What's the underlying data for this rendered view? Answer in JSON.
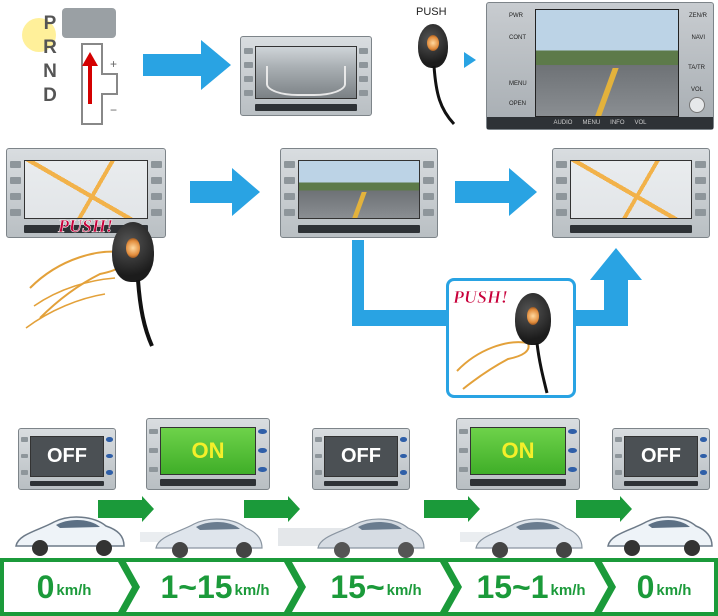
{
  "gear": {
    "letters": [
      "P",
      "R",
      "N",
      "D"
    ]
  },
  "labels": {
    "push_small": "PUSH",
    "push_bubble_1": "PUSH!",
    "push_bubble_2": "PUSH!"
  },
  "unit_buttons": {
    "left": [
      "PWR",
      "CONT",
      "",
      "MENU",
      "OPEN"
    ],
    "right": [
      "ZEN/R",
      "NAVI",
      "",
      "TA/TR",
      "VOL"
    ],
    "bottom": [
      "AUDIO",
      "MENU",
      "INFO",
      "VOL"
    ]
  },
  "status_screens": [
    {
      "state": "OFF"
    },
    {
      "state": "ON"
    },
    {
      "state": "OFF"
    },
    {
      "state": "ON"
    },
    {
      "state": "OFF"
    }
  ],
  "speed_band": [
    {
      "value": "0",
      "unit": "km/h"
    },
    {
      "value": "1~15",
      "unit": "km/h"
    },
    {
      "value": "15~",
      "unit": "km/h"
    },
    {
      "value": "15~1",
      "unit": "km/h"
    },
    {
      "value": "0",
      "unit": "km/h"
    }
  ],
  "colors": {
    "arrow_blue": "#29a3e3",
    "band_green": "#1b9a3a",
    "push_red": "#c8003a",
    "on_text": "#f4ef2a"
  }
}
